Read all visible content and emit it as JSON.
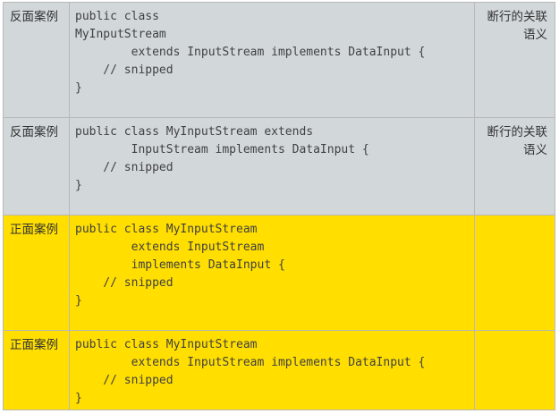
{
  "rows": [
    {
      "label": "反面案例",
      "code": "public class\nMyInputStream\n        extends InputStream implements DataInput {\n    // snipped\n}",
      "note_line1": "断行的关联",
      "note_line2": "语义"
    },
    {
      "label": "反面案例",
      "code": "public class MyInputStream extends\n        InputStream implements DataInput {\n    // snipped\n}",
      "note_line1": "断行的关联",
      "note_line2": "语义"
    },
    {
      "label": "正面案例",
      "code": "public class MyInputStream\n        extends InputStream\n        implements DataInput {\n    // snipped\n}",
      "note_line1": "",
      "note_line2": ""
    },
    {
      "label": "正面案例",
      "code": "public class MyInputStream\n        extends InputStream implements DataInput {\n    // snipped\n}",
      "note_line1": "",
      "note_line2": ""
    }
  ],
  "colors": {
    "bad_row_bg": "#d2d8da",
    "good_row_bg": "#ffde00",
    "border": "#b8b8b8"
  }
}
